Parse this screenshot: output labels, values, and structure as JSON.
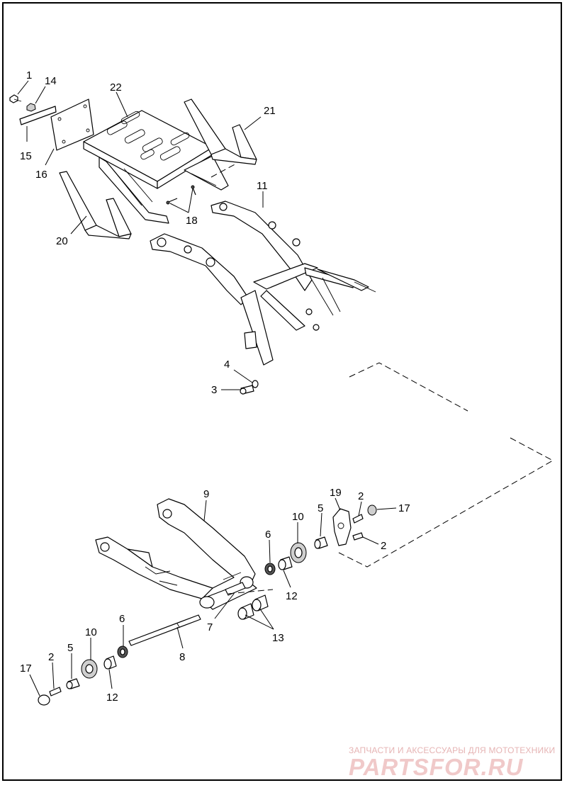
{
  "callouts": {
    "c1": "1",
    "c14": "14",
    "c22": "22",
    "c21": "21",
    "c15": "15",
    "c16": "16",
    "c11": "11",
    "c18": "18",
    "c20": "20",
    "c4": "4",
    "c3": "3",
    "c9": "9",
    "c19": "19",
    "c2a": "2",
    "c17a": "17",
    "c10a": "10",
    "c5a": "5",
    "c6a": "6",
    "c2b": "2",
    "c12a": "12",
    "c7": "7",
    "c13": "13",
    "c8": "8",
    "c6b": "6",
    "c10b": "10",
    "c5b": "5",
    "c17b": "17",
    "c2c": "2",
    "c12b": "12"
  },
  "watermark": {
    "tagline": "ЗАПЧАСТИ И АКСЕССУАРЫ ДЛЯ МОТОТЕХНИКИ",
    "brand": "PARTSFOR.RU"
  },
  "colors": {
    "line": "#000000",
    "background": "#ffffff",
    "watermark": "#e6b4b4"
  }
}
